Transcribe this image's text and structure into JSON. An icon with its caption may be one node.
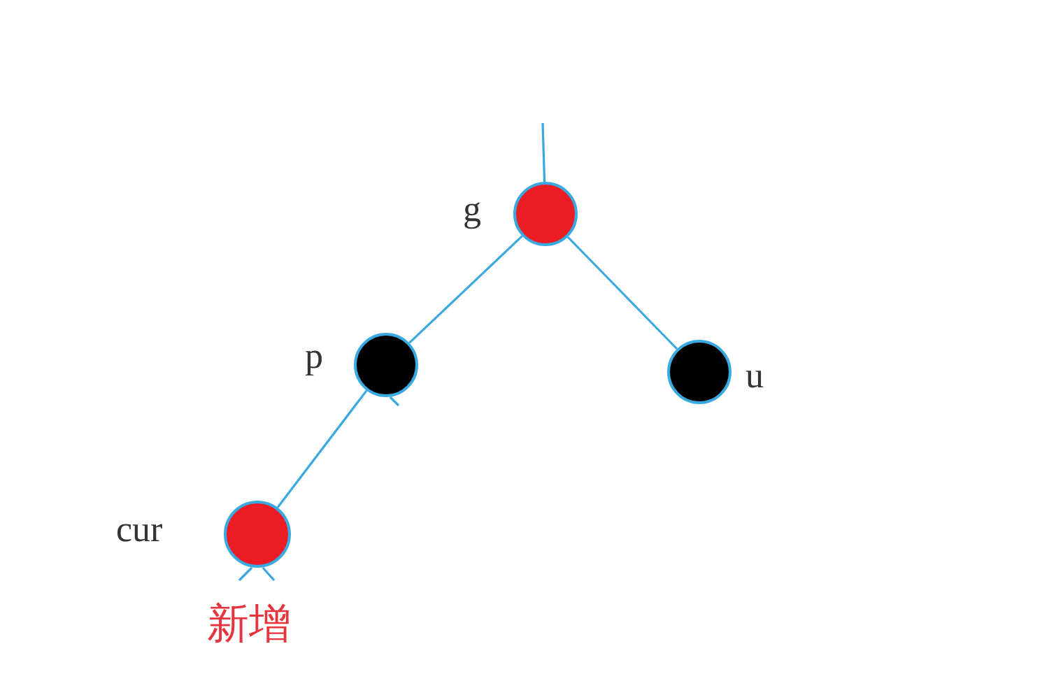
{
  "diagram": {
    "nodes": [
      {
        "text": [],
        "shape": "circle",
        "beside": [
          "g"
        ]
      },
      {
        "text": [],
        "shape": "circle",
        "beside": [
          "p"
        ]
      },
      {
        "text": [],
        "shape": "circle",
        "beside": [
          "u"
        ]
      },
      {
        "text": [],
        "shape": "circle",
        "beside": [
          "cur",
          "新增"
        ]
      }
    ],
    "edges": [
      {
        "from": null,
        "to": 0,
        "arrow": "none"
      },
      {
        "from": 0,
        "to": 1,
        "arrow": "none"
      },
      {
        "from": 0,
        "to": 2,
        "arrow": "none"
      },
      {
        "from": 1,
        "to": 3,
        "arrow": "none"
      }
    ]
  }
}
